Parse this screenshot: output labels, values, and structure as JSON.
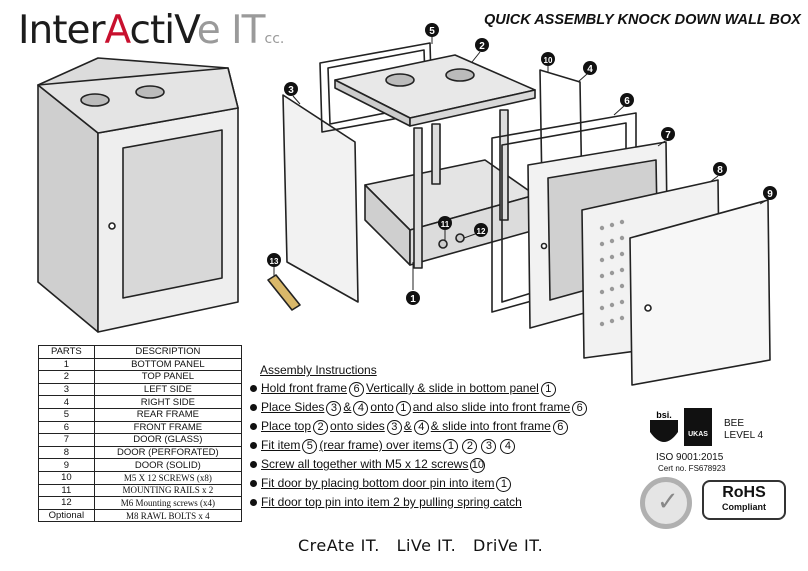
{
  "header": {
    "logo": {
      "part1": "Inter",
      "part2": "A",
      "part3": "ctiV",
      "part4": "e IT",
      "suffix": "cc."
    },
    "title": "QUICK ASSEMBLY KNOCK DOWN WALL BOX"
  },
  "parts_table": {
    "columns": [
      "PARTS",
      "DESCRIPTION"
    ],
    "rows": [
      {
        "part": "1",
        "description": "BOTTOM PANEL"
      },
      {
        "part": "2",
        "description": "TOP PANEL"
      },
      {
        "part": "3",
        "description": "LEFT SIDE"
      },
      {
        "part": "4",
        "description": "RIGHT SIDE"
      },
      {
        "part": "5",
        "description": "REAR FRAME"
      },
      {
        "part": "6",
        "description": "FRONT FRAME"
      },
      {
        "part": "7",
        "description": "DOOR (GLASS)"
      },
      {
        "part": "8",
        "description": "DOOR (PERFORATED)"
      },
      {
        "part": "9",
        "description": "DOOR (SOLID)"
      },
      {
        "part": "10",
        "description": "M5 X 12 SCREWS (x8)"
      },
      {
        "part": "11",
        "description": "MOUNTING RAILS x 2"
      },
      {
        "part": "12",
        "description": "M6 Mounting screws (x4)"
      },
      {
        "part": "Optional",
        "description": "M8 RAWL BOLTS x 4"
      }
    ]
  },
  "instructions": {
    "heading": "Assembly Instructions",
    "steps": [
      {
        "a": "Hold front frame",
        "n1": "6",
        "b": "Vertically & slide in bottom panel",
        "n2": "1"
      },
      {
        "a": "Place Sides",
        "n1": "3",
        "b": "&",
        "n2": "4",
        "c": "onto",
        "n3": "1",
        "d": "and also slide into front frame",
        "n4": "6"
      },
      {
        "a": "Place top",
        "n1": "2",
        "b": "onto sides",
        "n2": "3",
        "c": "&",
        "n3": "4",
        "d": "& slide into  front frame",
        "n4": "6"
      },
      {
        "a": "Fit item",
        "n1": "5",
        "b": "(rear frame) over items",
        "n2": "1",
        "n3": "2",
        "n4": "3",
        "n5": "4"
      },
      {
        "a": "Screw all together with M5 x 12 screws",
        "n1": "10"
      },
      {
        "a": "Fit door by placing bottom door pin into item",
        "n1": "1"
      },
      {
        "a": "Fit door top pin into item  2  by pulling spring catch"
      }
    ]
  },
  "callouts": [
    "1",
    "2",
    "3",
    "4",
    "5",
    "6",
    "7",
    "8",
    "9",
    "10",
    "11",
    "12",
    "13"
  ],
  "certifications": {
    "bee": "BEE",
    "bee_level": "LEVEL 4",
    "bsi": "bsi.",
    "ukas": "UKAS",
    "iso": "ISO 9001:2015",
    "cert_no": "Cert no. FS678923",
    "rohs": "RoHS",
    "rohs_sub": "Compliant"
  },
  "slogan": {
    "create": "CreAte IT.",
    "live": "LiVe IT.",
    "drive": "DriVe IT."
  },
  "colors": {
    "accent": "#c8102e",
    "gray": "#9a9a9a",
    "line": "#222222"
  }
}
